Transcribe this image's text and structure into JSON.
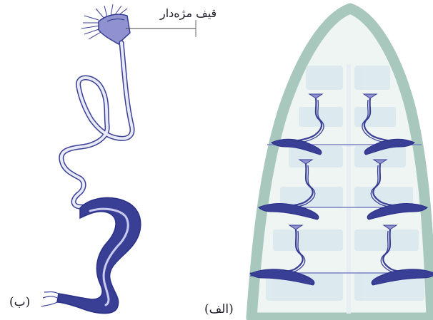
{
  "labels": {
    "ciliated_funnel": "قيف مژه‌دار",
    "panel_b": "(ب)",
    "panel_alef": "(الف)"
  },
  "colors": {
    "body_outline": "#a9c8bd",
    "body_fill": "#ecf4f2",
    "gut_bands": "#d6e6ee",
    "tubule_dark": "#2f3590",
    "tubule_mid": "#5b5fb8",
    "tubule_light": "#c9cbee",
    "funnel": "#8f92cf",
    "leader_line": "#444444"
  },
  "figure": {
    "panel_alef": {
      "description_visible": false,
      "nephridia_count": 6
    },
    "panel_b": {
      "single_nephridium": true
    }
  }
}
